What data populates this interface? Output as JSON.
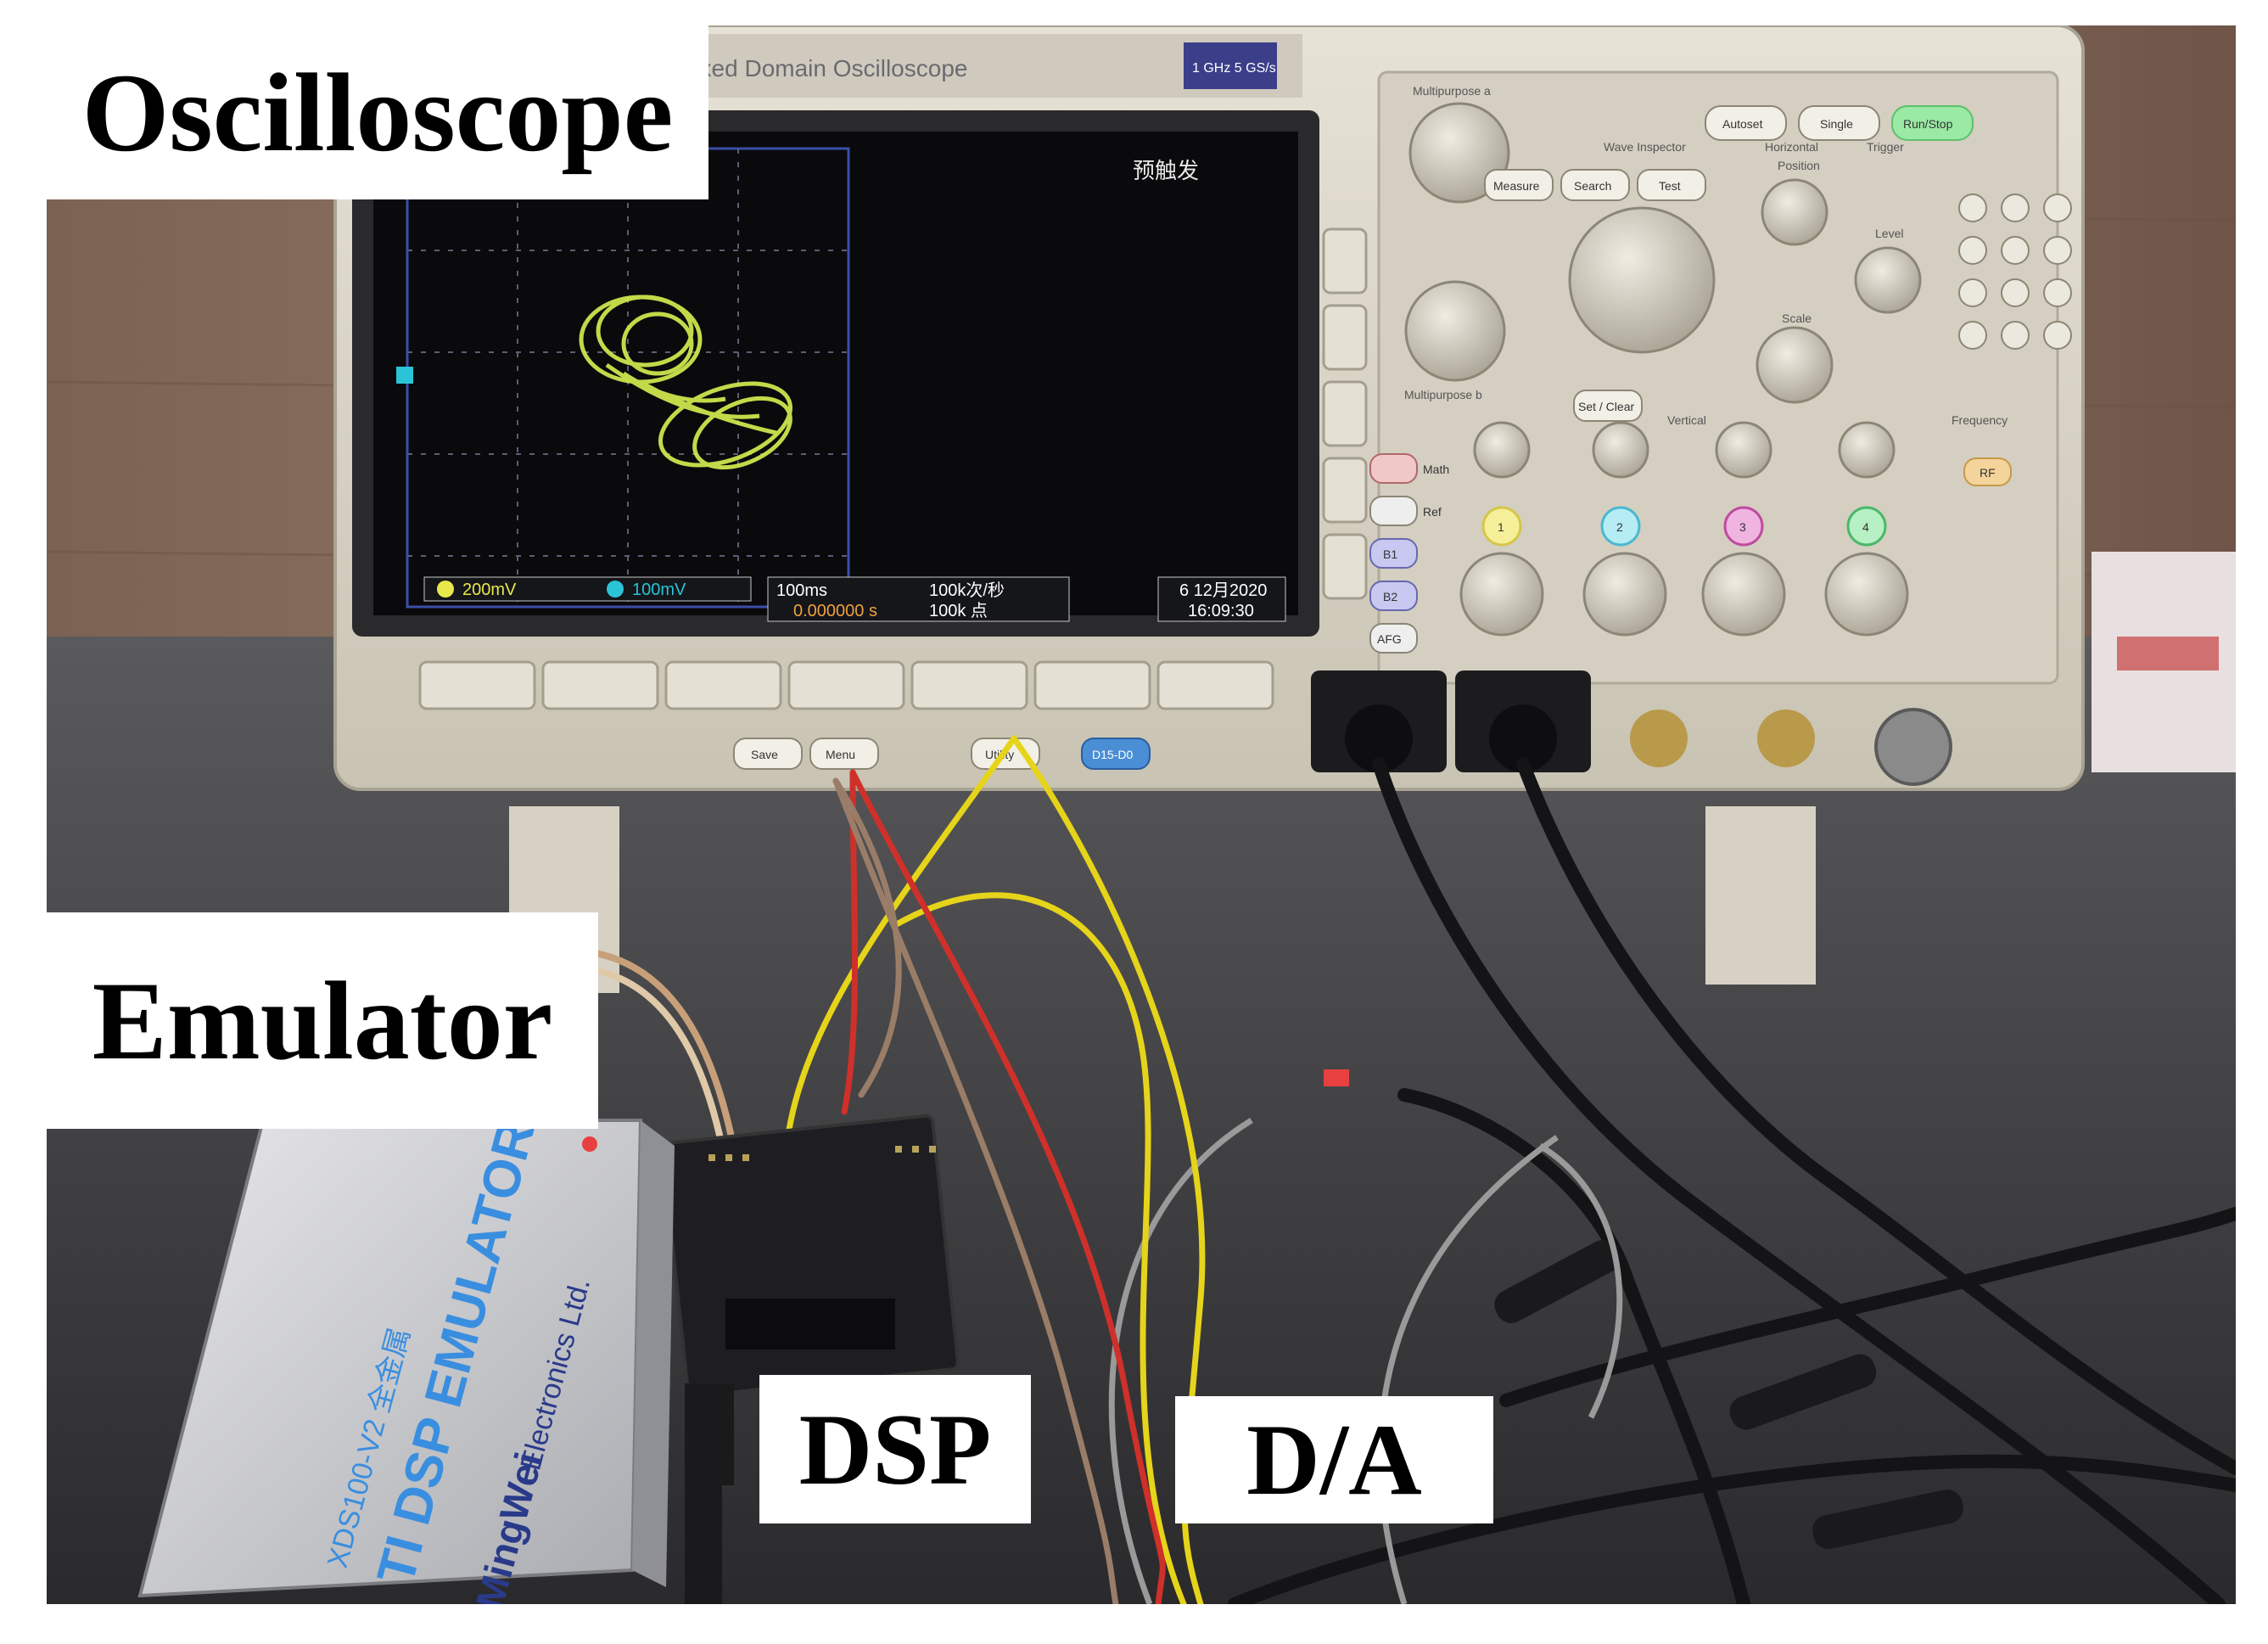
{
  "labels": {
    "oscilloscope": "Oscilloscope",
    "emulator": "Emulator",
    "dsp": "DSP",
    "da": "D/A"
  },
  "scope": {
    "model_text": "Mixed Domain Oscilloscope",
    "spec_text": "1 GHz 5 GS/s",
    "screen_corner_text": "预触发",
    "ch1_scale": "200mV",
    "ch2_scale": "100mV",
    "timebase": "100ms",
    "sample_rate": "100k次/秒",
    "record_length": "100k 点",
    "trigger_offset": "0.000000 s",
    "date": "6 12月2020",
    "time": "16:09:30",
    "buttons": {
      "autoset": "Autoset",
      "single": "Single",
      "run_stop": "Run/Stop",
      "measure": "Measure",
      "search": "Search",
      "test": "Test",
      "set_clear": "Set / Clear",
      "save": "Save",
      "menu": "Menu",
      "utility": "Utility",
      "d15_d0": "D15-D0",
      "math": "Math",
      "ref": "Ref",
      "b1": "B1",
      "b2": "B2",
      "afg": "AFG",
      "ch1": "1",
      "ch2": "2",
      "ch3": "3",
      "ch4": "4",
      "rf": "RF"
    },
    "section_labels": {
      "multipurpose_a": "Multipurpose a",
      "multipurpose_b": "Multipurpose b",
      "wave_inspector": "Wave Inspector",
      "horizontal": "Horizontal",
      "trigger": "Trigger",
      "vertical": "Vertical",
      "frequency": "Frequency",
      "position": "Position",
      "scale": "Scale",
      "level": "Level"
    }
  },
  "emulator_device": {
    "title": "TI DSP EMULATOR",
    "model": "XDS100-V2 全金属",
    "brand": "MingWei",
    "brand_suffix": "Electronics Ltd."
  },
  "colors": {
    "background": "#ffffff",
    "scope_body": "#d9d4c6",
    "screen": "#0a0a0c",
    "trace": "#d8f050",
    "wire_yellow": "#e6d41a",
    "wire_red": "#d0302a",
    "wire_brown": "#9a7d68",
    "cable": "#1a1a1a",
    "wall": "#8a6e5c",
    "table": "#3d3d3d"
  }
}
